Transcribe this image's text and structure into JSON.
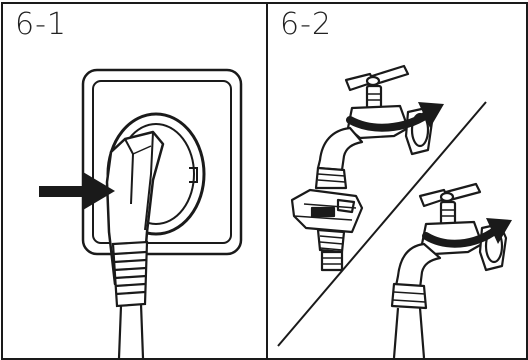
{
  "panels": [
    {
      "label": "6-1",
      "illustration": "plug-into-wall-socket"
    },
    {
      "label": "6-2",
      "illustration": "screw-hose-onto-tap"
    }
  ],
  "icons": [
    "arrow-right-icon",
    "rotate-clockwise-arrow-icon"
  ],
  "colors": {
    "ink": "#1a1a1a",
    "paper": "#ffffff"
  }
}
